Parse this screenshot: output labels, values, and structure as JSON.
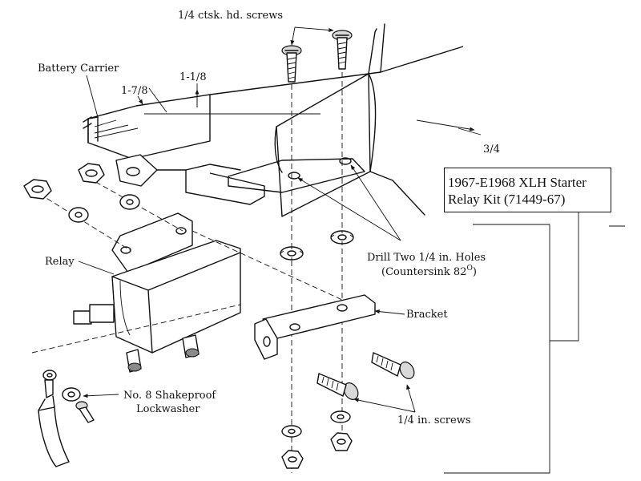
{
  "kit_box": {
    "line1": "1967-E1968 XLH Starter",
    "line2": "Relay Kit (71449-67)"
  },
  "labels": {
    "ctsk_screws": "1/4 ctsk. hd. screws",
    "battery_carrier": "Battery Carrier",
    "dim_1_7_8": "1-7/8",
    "dim_1_1_8": "1-1/8",
    "dim_3_4": "3/4",
    "drill_line1": "Drill Two 1/4 in. Holes",
    "drill_line2": "(Countersink 82",
    "drill_degree": "O",
    "drill_close": ")",
    "relay": "Relay",
    "bracket": "Bracket",
    "lockwasher_line1": "No. 8 Shakeproof",
    "lockwasher_line2": "Lockwasher",
    "screws_quarter": "1/4 in. screws"
  }
}
